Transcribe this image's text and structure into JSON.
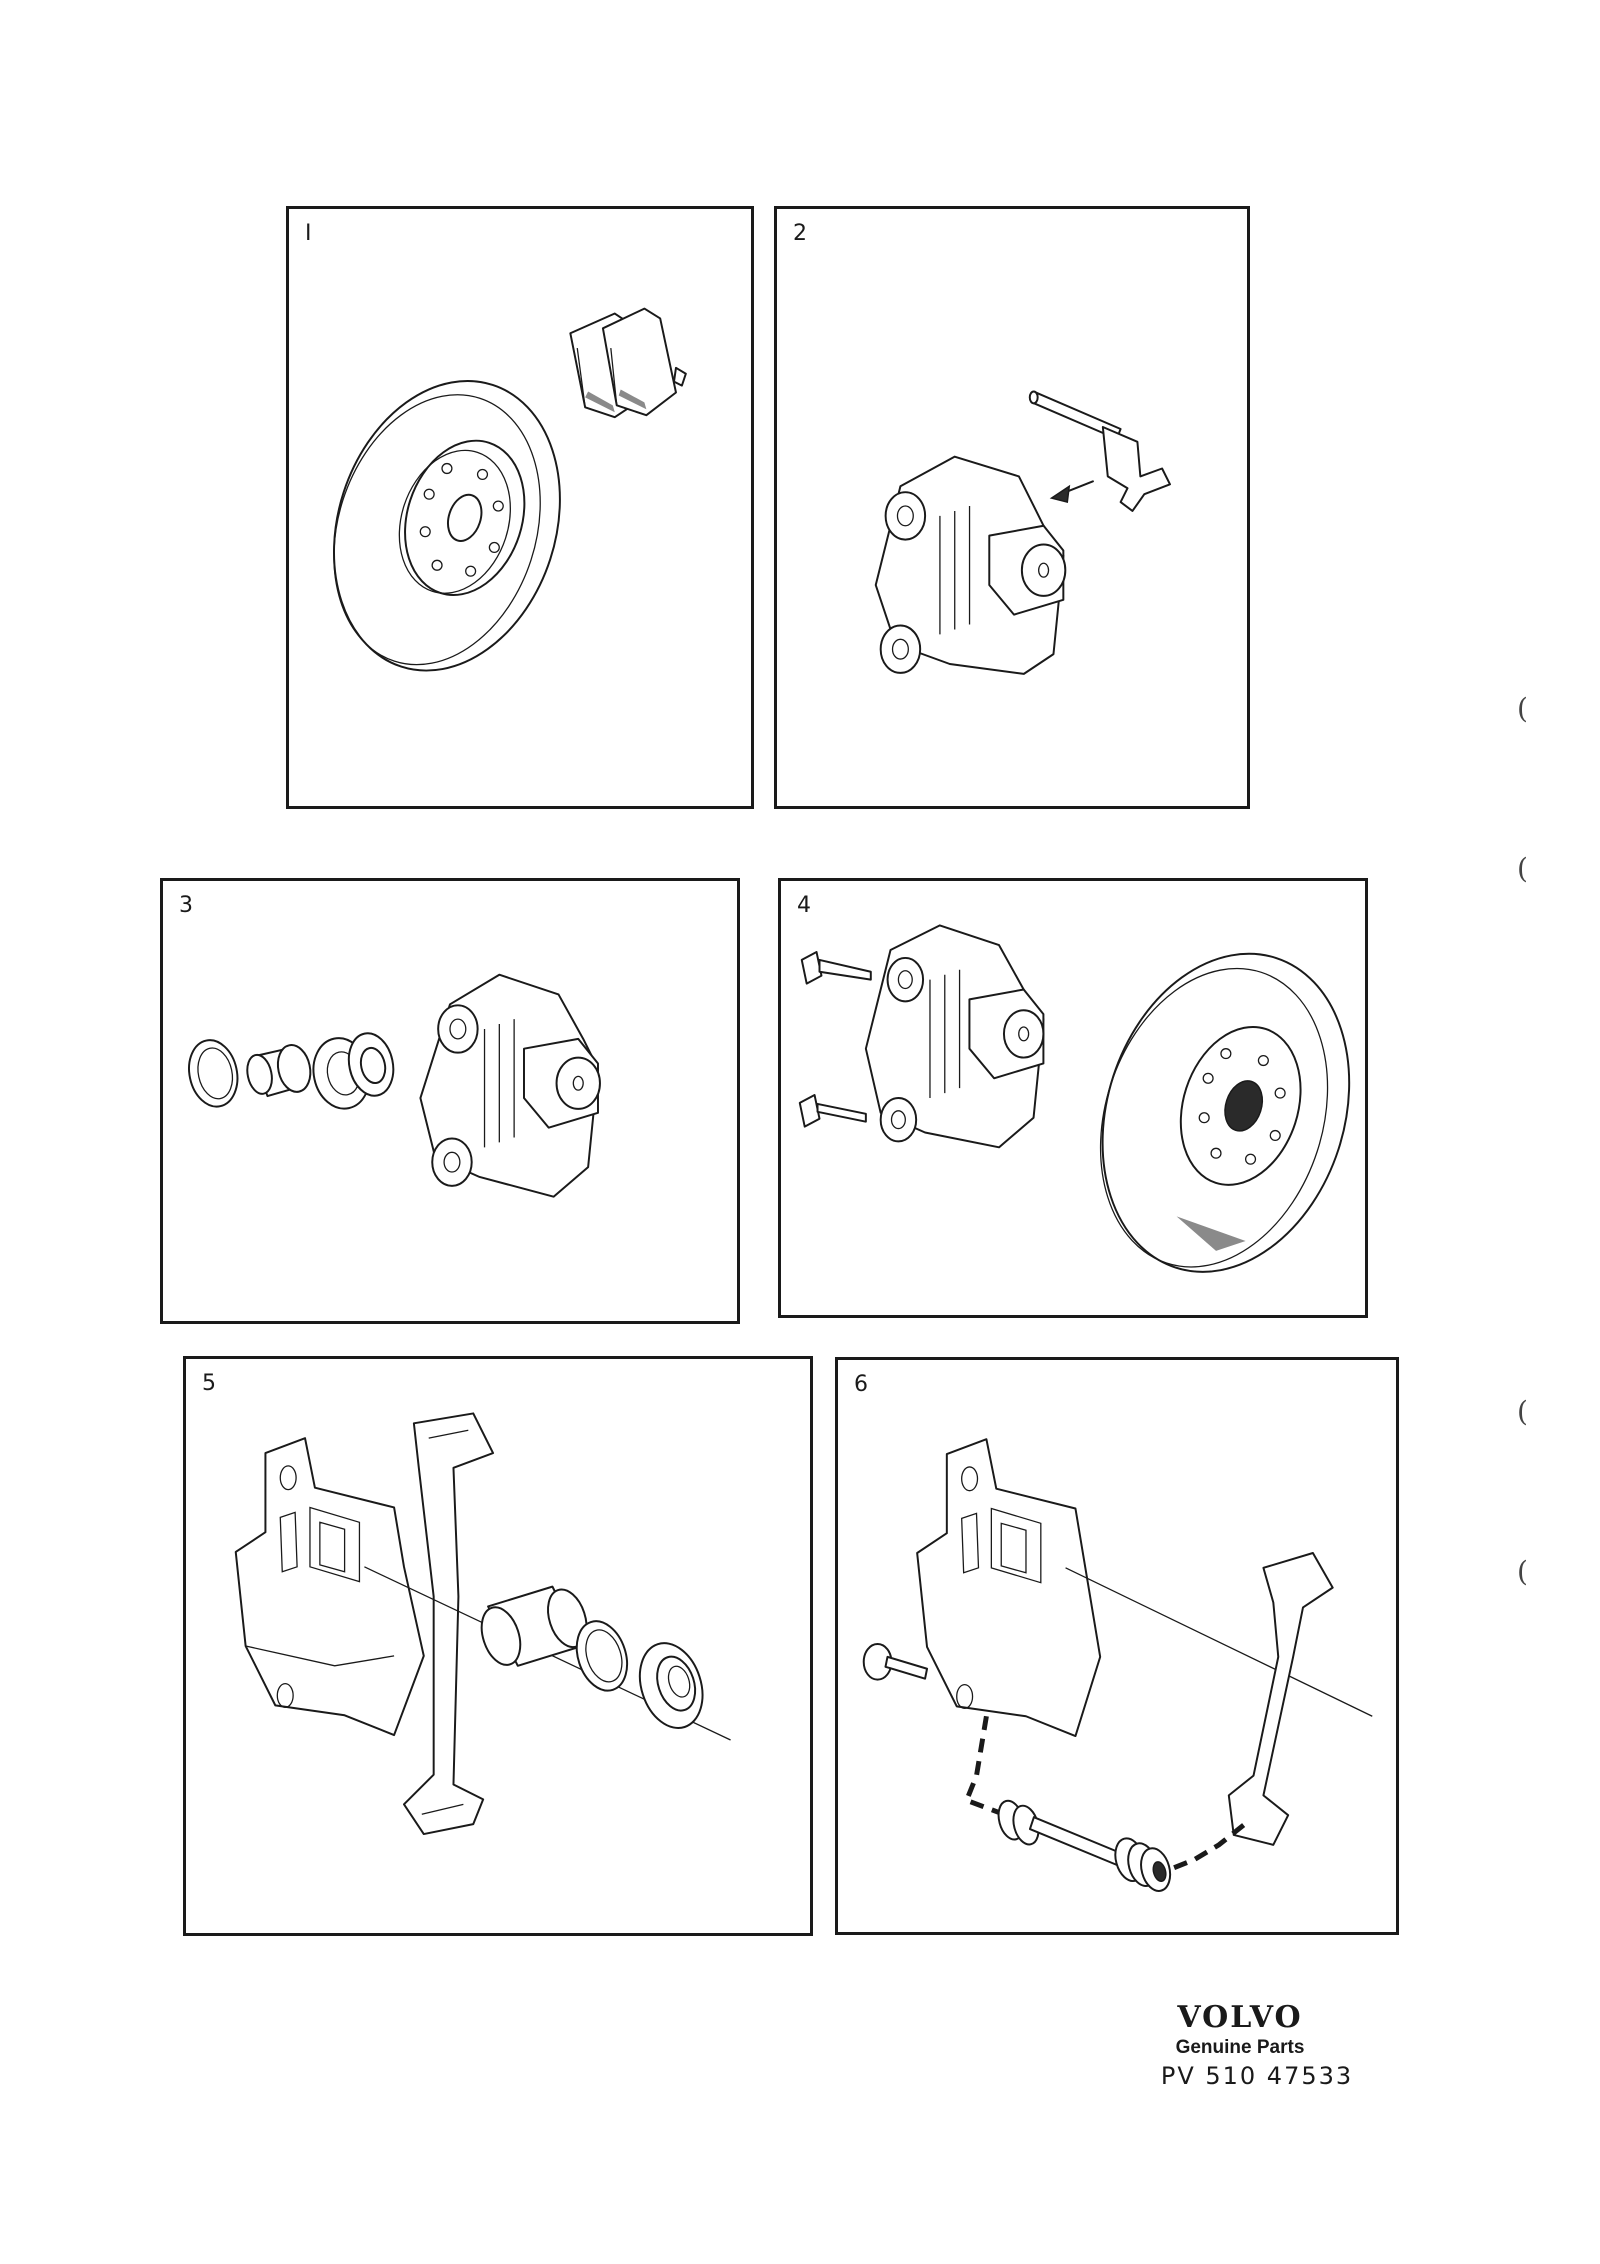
{
  "panels": [
    {
      "number": "I"
    },
    {
      "number": "2"
    },
    {
      "number": "3"
    },
    {
      "number": "4"
    },
    {
      "number": "5"
    },
    {
      "number": "6"
    }
  ],
  "margin_marks": [
    "(",
    "(",
    "(",
    "("
  ],
  "brand": {
    "logo_text": "VOLVO",
    "tagline": "Genuine Parts",
    "part_number": "PV 510 47533"
  }
}
